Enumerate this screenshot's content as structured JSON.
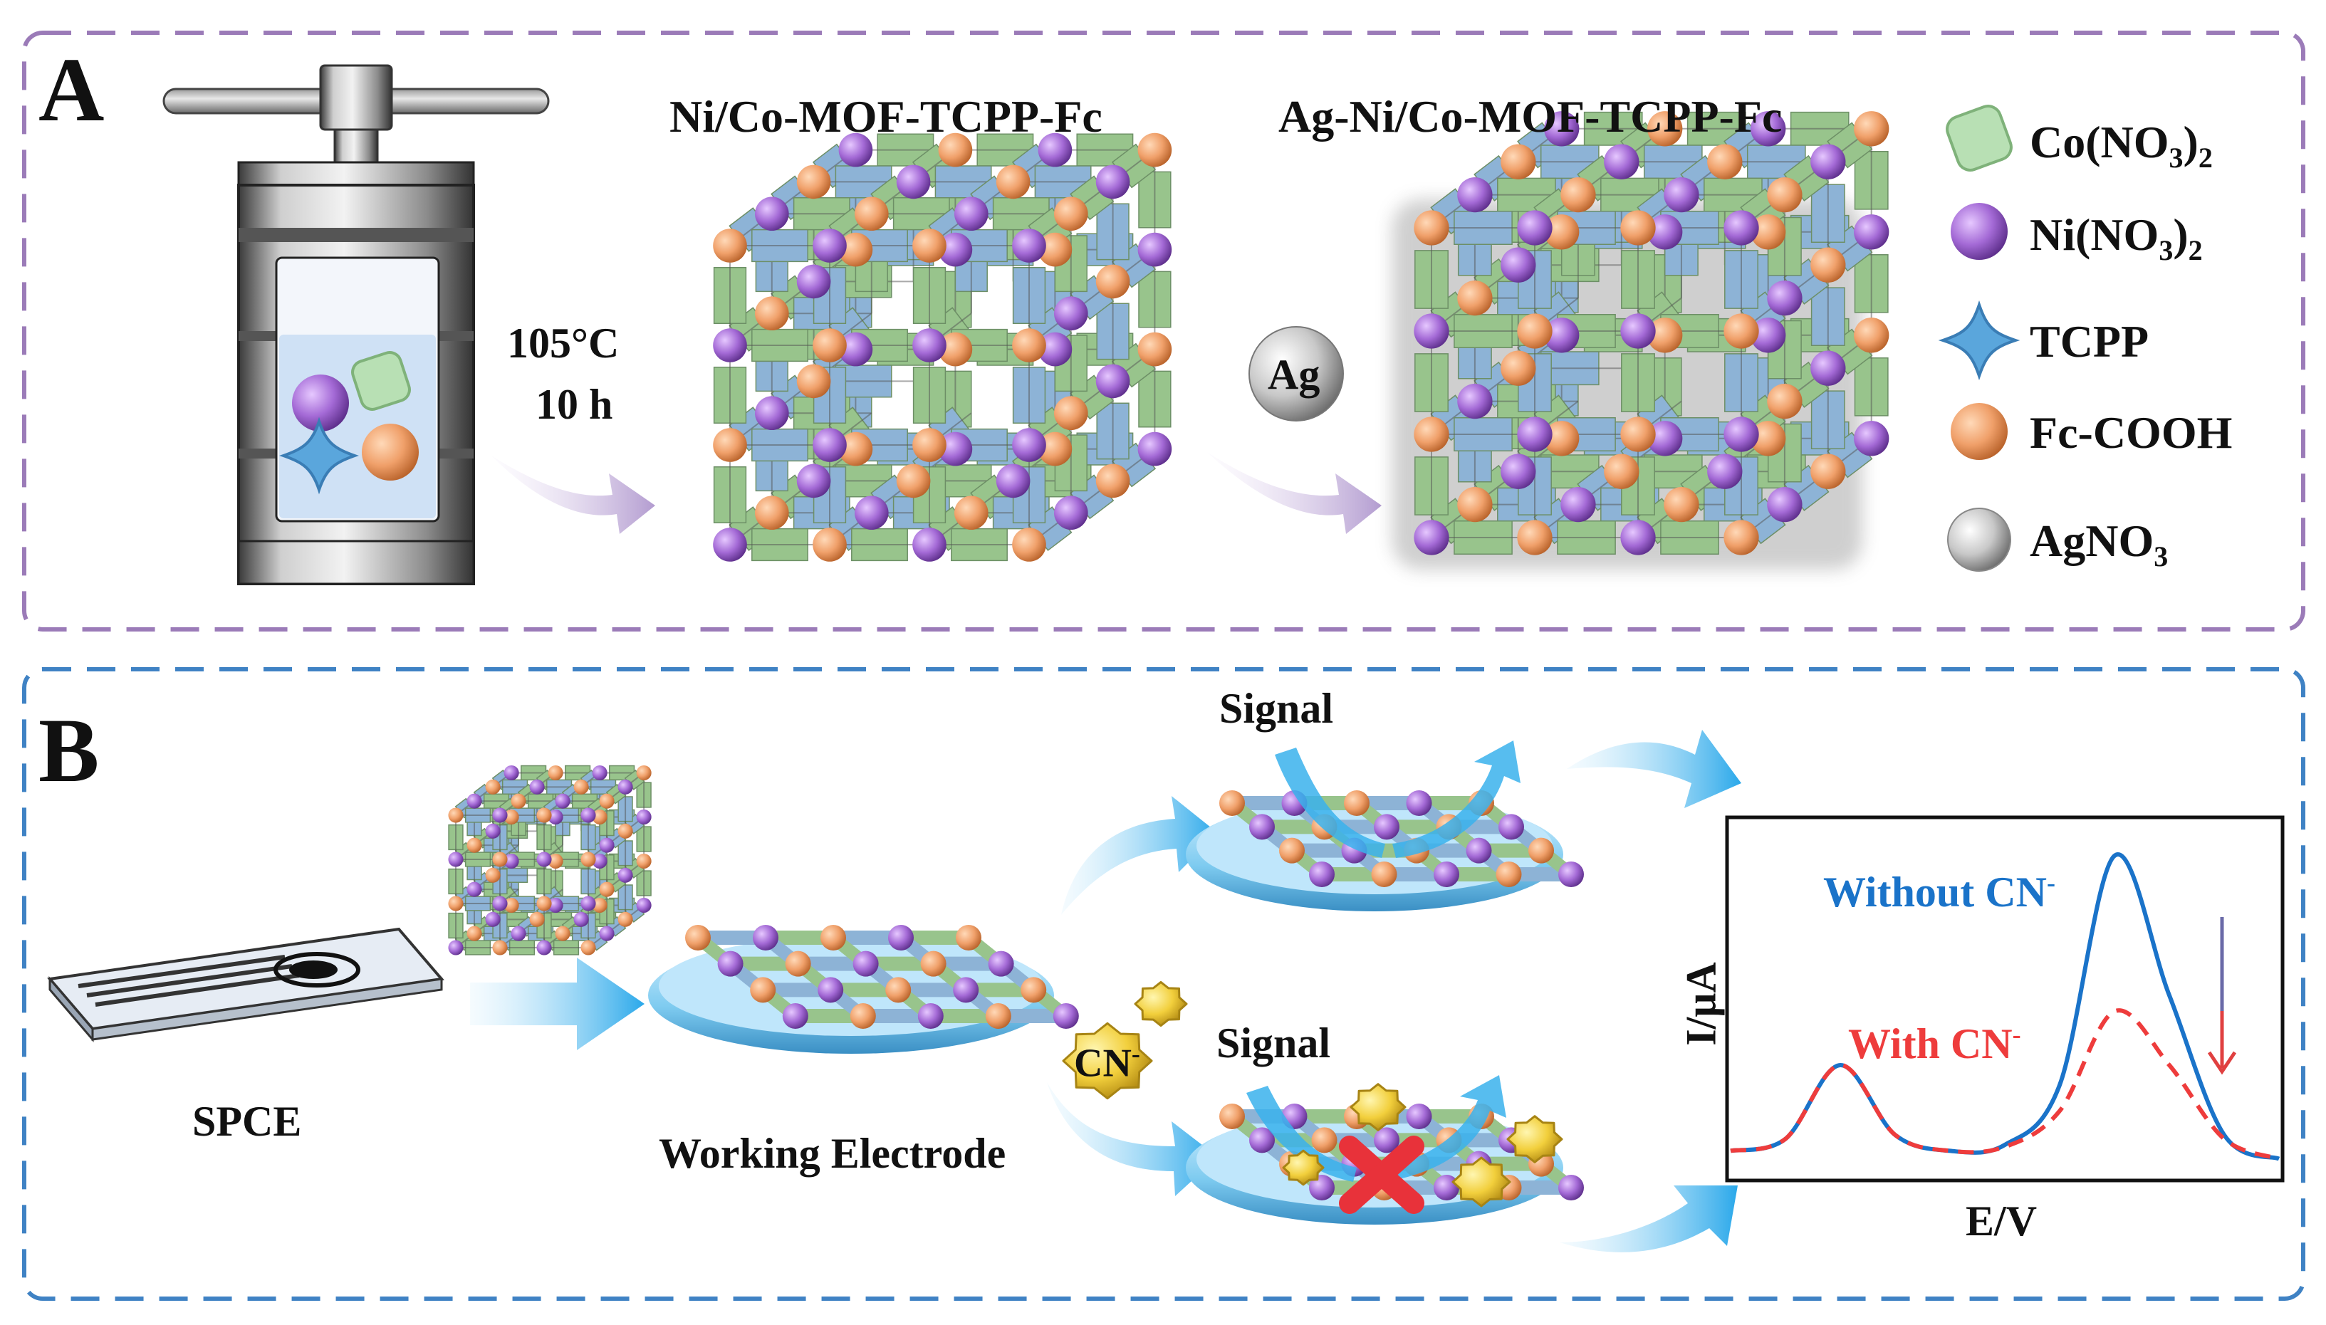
{
  "panel_a": {
    "letter": "A",
    "mof_title": "Ni/Co-MOF-TCPP-Fc",
    "ag_mof_title": "Ag-Ni/Co-MOF-TCPP-Fc",
    "condition_temp": "105°C",
    "condition_time": "10 h",
    "ag_label": "Ag",
    "legend": [
      {
        "label": "Co(NO",
        "sub": "3",
        "tail": ")",
        "sub2": "2",
        "icon": "green-cube-icon"
      },
      {
        "label": "Ni(NO",
        "sub": "3",
        "tail": ")",
        "sub2": "2",
        "icon": "purple-sphere-icon"
      },
      {
        "label": "TCPP",
        "icon": "blue-star-icon"
      },
      {
        "label": "Fc-COOH",
        "icon": "orange-sphere-icon"
      },
      {
        "label": "AgNO",
        "sub": "3",
        "icon": "gray-sphere-icon"
      }
    ]
  },
  "panel_b": {
    "letter": "B",
    "spce_label": "SPCE",
    "working_electrode_label": "Working Electrode",
    "signal_top": "Signal",
    "signal_bottom": "Signal",
    "cn_label": "CN",
    "cn_sup": "-",
    "plot": {
      "ylabel": "I/μA",
      "xlabel": "E/V",
      "without_label": "Without CN",
      "with_label": "With CN",
      "sup": "-"
    }
  },
  "colors": {
    "border_a": "#9b7bb8",
    "border_b": "#3f82c4",
    "linker_green": "#98c48c",
    "linker_blue": "#8db3d6",
    "node_orange": "#f0a06a",
    "node_purple": "#a46ad6",
    "arrow_blue": "#3fb5ec",
    "curve_without": "#1a73c9",
    "curve_with": "#ee3c3c"
  },
  "chart_data": {
    "type": "line",
    "xlabel": "E/V",
    "ylabel": "I/μA",
    "x": [
      0,
      1,
      2,
      3,
      4,
      5,
      6,
      7,
      8,
      9,
      10
    ],
    "series": [
      {
        "name": "Without CN-",
        "values": [
          0.12,
          0.18,
          0.55,
          0.2,
          0.12,
          0.15,
          0.45,
          1.6,
          0.9,
          0.2,
          0.08
        ]
      },
      {
        "name": "With CN-",
        "values": [
          0.12,
          0.18,
          0.55,
          0.2,
          0.12,
          0.14,
          0.32,
          0.82,
          0.55,
          0.18,
          0.08
        ]
      }
    ]
  }
}
